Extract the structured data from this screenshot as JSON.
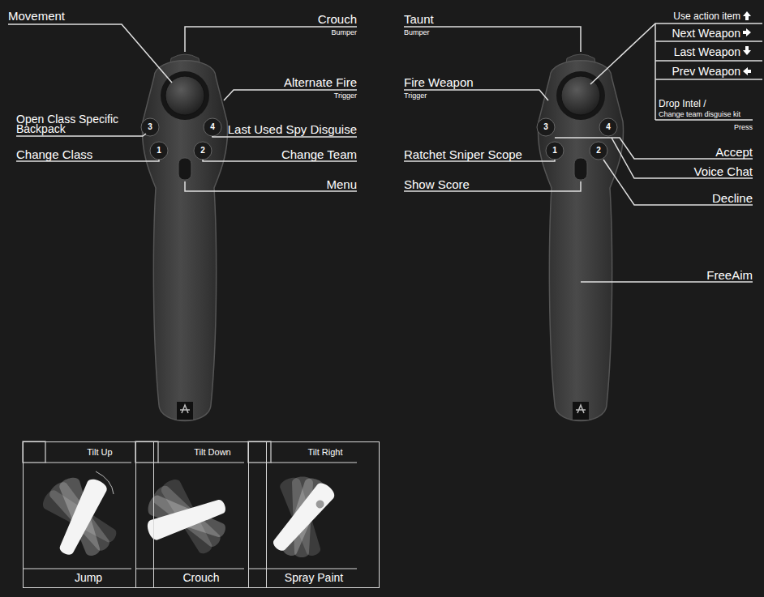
{
  "diagram": {
    "nodes": [
      {
        "text": [
          "Tilt Up",
          "Jump"
        ]
      },
      {
        "text": [
          "Tilt Down",
          "Crouch"
        ]
      },
      {
        "text": [
          "Tilt Right",
          "Spray Paint"
        ]
      }
    ],
    "labels": [
      "Movement",
      "Crouch",
      "Bumper",
      "Alternate Fire",
      "Trigger",
      "Open Class Specific Backpack",
      "Last Used Spy Disguise",
      "Change Class",
      "Change Team",
      "Menu",
      "Taunt",
      "Bumper",
      "Fire Weapon",
      "Trigger",
      "Ratchet Sniper Scope",
      "Show Score",
      "FreeAim",
      "Use action item",
      "Next Weapon",
      "Last Weapon",
      "Prev Weapon",
      "Drop Intel /",
      "Change team disguise kit",
      "Press",
      "Accept",
      "Voice Chat",
      "Decline",
      "3",
      "4",
      "1",
      "2",
      "3",
      "4",
      "1",
      "2"
    ]
  }
}
